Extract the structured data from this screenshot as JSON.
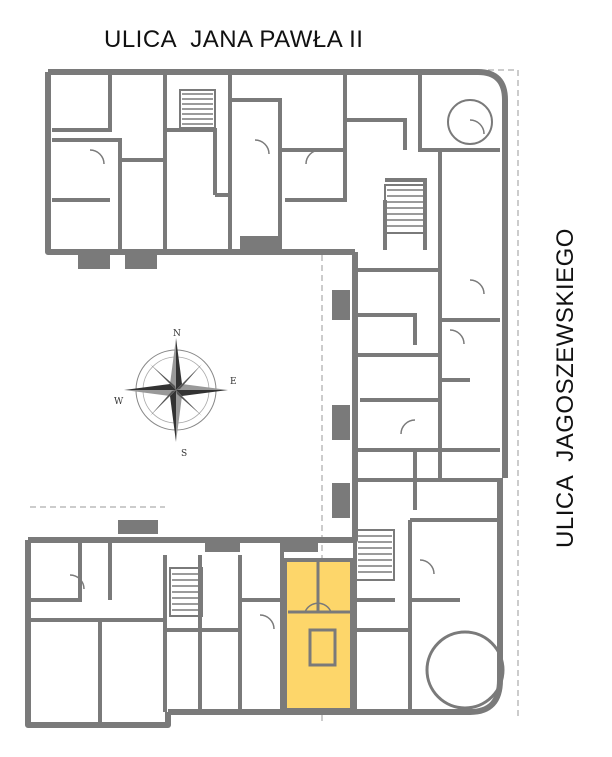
{
  "streets": {
    "top": "ULICA  JANA PAWŁA II",
    "right": "ULICA  JAGOSZEWSKIEGO"
  },
  "compass": {
    "icon": "compass-rose-icon",
    "north": "N",
    "east": "E",
    "south": "S",
    "west": "W"
  },
  "colors": {
    "wall": "#7a7a7a",
    "highlight": "#fdd66a",
    "background": "#ffffff"
  },
  "highlighted_unit": {
    "icon": "selected-apartment",
    "color": "#fdd66a"
  }
}
